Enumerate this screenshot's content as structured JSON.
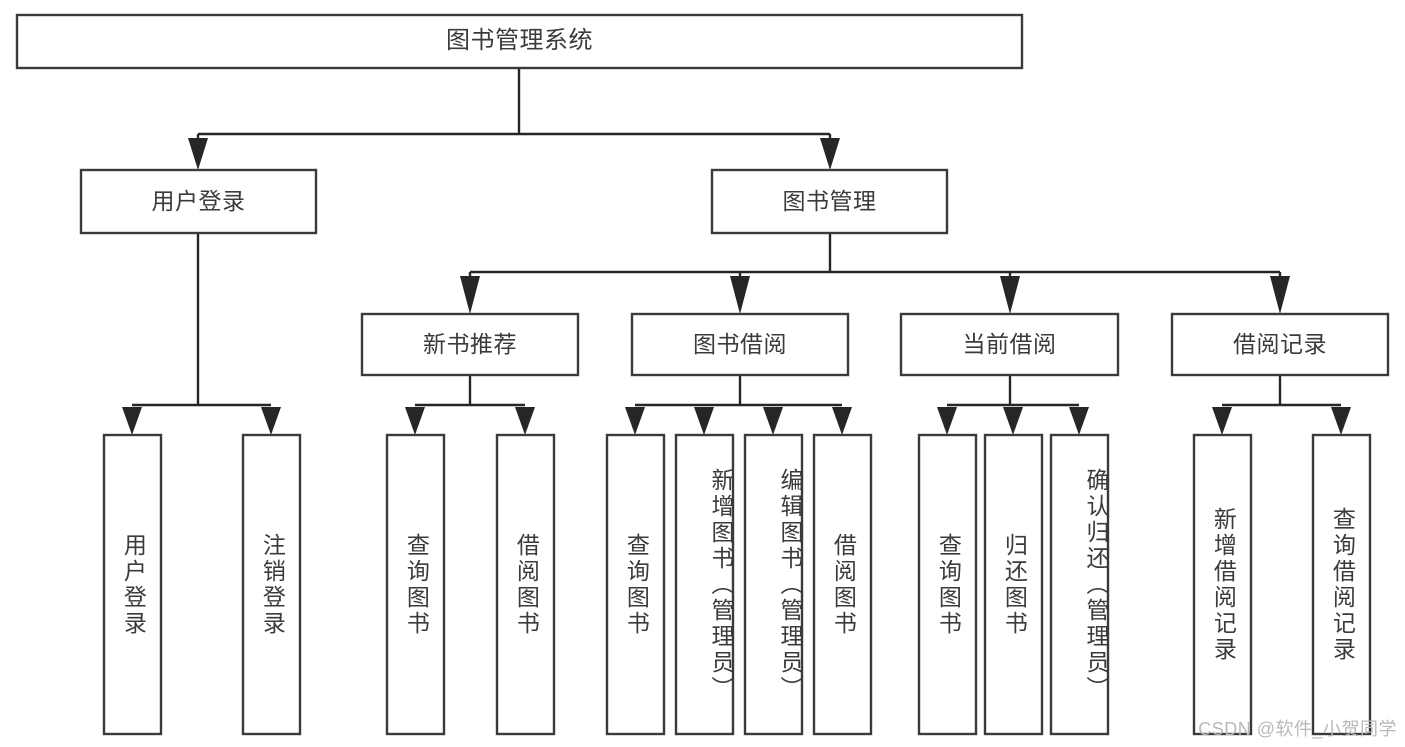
{
  "diagram": {
    "type": "tree",
    "title": "图书管理系统",
    "watermark": "CSDN @软件_小贺同学",
    "colors": {
      "background": "#ffffff",
      "box_stroke": "#3a3a3a",
      "box_fill": "#ffffff",
      "connector": "#262626",
      "text": "#3b3b3b",
      "watermark": "#b9b9b9"
    },
    "levels": {
      "root": {
        "label": "图书管理系统"
      },
      "level2": [
        {
          "label": "用户登录"
        },
        {
          "label": "图书管理"
        }
      ],
      "level3": [
        {
          "label": "新书推荐"
        },
        {
          "label": "图书借阅"
        },
        {
          "label": "当前借阅"
        },
        {
          "label": "借阅记录"
        }
      ],
      "leaves": [
        {
          "label": "用户登录",
          "parent": "用户登录"
        },
        {
          "label": "注销登录",
          "parent": "用户登录"
        },
        {
          "label": "查询图书",
          "parent": "新书推荐"
        },
        {
          "label": "借阅图书",
          "parent": "新书推荐"
        },
        {
          "label": "查询图书",
          "parent": "图书借阅"
        },
        {
          "label": "新增图书（管理员）",
          "parent": "图书借阅"
        },
        {
          "label": "编辑图书（管理员）",
          "parent": "图书借阅"
        },
        {
          "label": "借阅图书",
          "parent": "图书借阅"
        },
        {
          "label": "查询图书",
          "parent": "当前借阅"
        },
        {
          "label": "归还图书",
          "parent": "当前借阅"
        },
        {
          "label": "确认归还（管理员）",
          "parent": "当前借阅"
        },
        {
          "label": "新增借阅记录",
          "parent": "借阅记录"
        },
        {
          "label": "查询借阅记录",
          "parent": "借阅记录"
        }
      ]
    }
  }
}
